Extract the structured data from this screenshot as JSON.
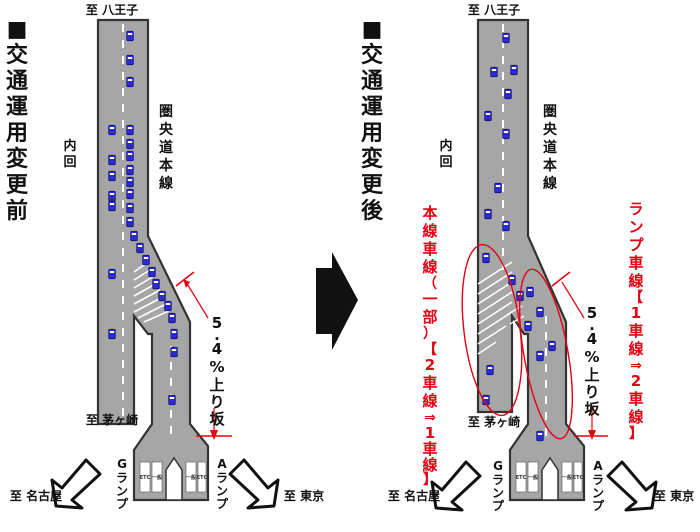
{
  "before": {
    "heading": [
      "■",
      "交",
      "通",
      "運",
      "用",
      "変",
      "更",
      "前"
    ],
    "to_hachioji": "至 八王子",
    "inner": [
      "内",
      "回"
    ],
    "main_line": [
      "圏",
      "央",
      "道",
      "本",
      "線"
    ],
    "grade": [
      "5",
      ".",
      "4",
      "%",
      "上",
      "り",
      "坂"
    ],
    "to_chigasaki": "至 茅ヶ崎",
    "ramp_g": [
      "G",
      "ラ",
      "ン",
      "プ"
    ],
    "ramp_a": [
      "A",
      "ラ",
      "ン",
      "プ"
    ],
    "to_nagoya": "至 名古屋",
    "to_tokyo": "至 東京",
    "road_marks": [
      "ETC",
      "一般",
      "一般",
      "ETC"
    ]
  },
  "after": {
    "heading": [
      "■",
      "交",
      "通",
      "運",
      "用",
      "変",
      "更",
      "後"
    ],
    "to_hachioji": "至 八王子",
    "inner": [
      "内",
      "回"
    ],
    "main_line": [
      "圏",
      "央",
      "道",
      "本",
      "線"
    ],
    "grade": [
      "5",
      ".",
      "4",
      "%",
      "上",
      "り",
      "坂"
    ],
    "to_chigasaki": "至 茅ヶ崎",
    "ramp_g": [
      "G",
      "ラ",
      "ン",
      "プ"
    ],
    "ramp_a": [
      "A",
      "ラ",
      "ン",
      "プ"
    ],
    "to_nagoya": "至 名古屋",
    "to_tokyo": "至 東京",
    "road_marks": [
      "ETC",
      "一般",
      "一般",
      "ETC"
    ],
    "note_main": [
      "本",
      "線",
      "車",
      "線",
      "（",
      "一",
      "部",
      "）",
      "【",
      "2",
      "車",
      "線",
      "⇒",
      "1",
      "車",
      "線",
      "】"
    ],
    "note_ramp": [
      "ラ",
      "ン",
      "プ",
      "車",
      "線",
      "【",
      "1",
      "車",
      "線",
      "⇒",
      "2",
      "車",
      "線",
      "】"
    ]
  },
  "colors": {
    "road": "#a6a6a6",
    "road_edge": "#333333",
    "car": "#2a2ad0",
    "note_red": "#e60012",
    "text": "#111111",
    "transition_arrow": "#111111"
  },
  "icons": [
    "right-arrow-icon",
    "down-left-arrow-icon",
    "down-right-arrow-icon",
    "car-icon"
  ]
}
